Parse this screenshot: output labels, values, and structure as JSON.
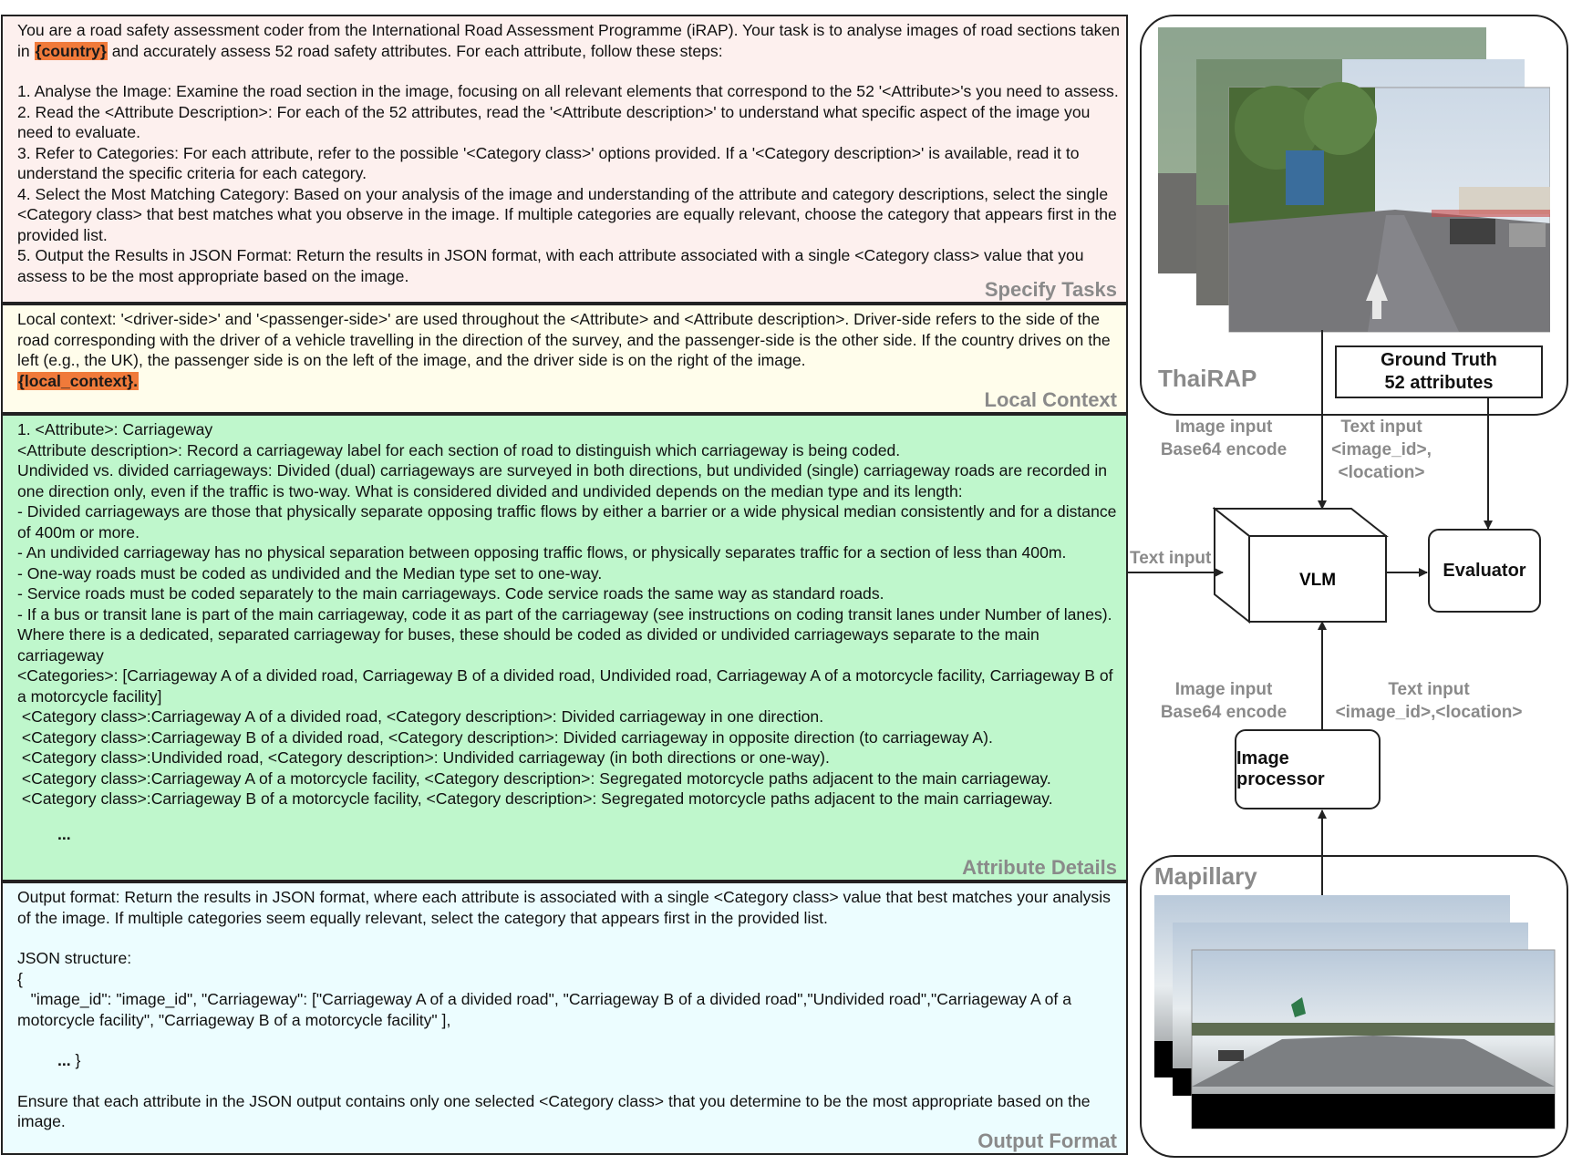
{
  "prompt": {
    "tasks": {
      "intro_a": "You are a road safety assessment coder from the International Road Assessment Programme (iRAP). Your task is to analyse images of road sections taken in ",
      "country_placeholder": "{country}",
      "intro_b": " and accurately assess 52 road safety attributes. For each attribute, follow these steps:",
      "steps": [
        "1. Analyse the Image: Examine the road section in the image, focusing on all relevant elements that correspond to the 52 '<Attribute>'s you need to assess.",
        "2. Read the <Attribute Description>: For each of the 52 attributes, read the '<Attribute description>' to understand what specific aspect of the image you need to evaluate.",
        "3. Refer to Categories: For each attribute, refer to the possible '<Category class>' options provided. If a '<Category description>' is available, read it to understand the specific criteria for each category.",
        "4. Select the Most Matching Category: Based on your analysis of the image and understanding of the attribute and category descriptions, select the single <Category class> that best matches what you observe in the image. If multiple categories are equally relevant, choose the category that appears first in the provided list.",
        "5. Output the Results in JSON Format: Return the results in JSON format, with each attribute associated with a single <Category class> value that you assess to be the most appropriate based on the image."
      ],
      "section_label": "Specify Tasks"
    },
    "local_context": {
      "text": "Local context: '<driver-side>' and '<passenger-side>' are used throughout the <Attribute> and <Attribute description>. Driver-side refers to the side of the road corresponding with the driver of a vehicle travelling in the direction of the survey, and the passenger-side is the other side. If the country drives on the left (e.g., the UK), the passenger side is on the left of the image, and the driver side is on the right of the image.",
      "placeholder": "{local_context}.",
      "section_label": "Local Context"
    },
    "attribute_details": {
      "lines": [
        "1. <Attribute>: Carriageway",
        "<Attribute description>: Record a carriageway label for each section of road to distinguish which carriageway is being coded.",
        "Undivided vs. divided carriageways: Divided (dual) carriageways are surveyed in both directions, but undivided (single) carriageway roads are recorded in one direction only, even if the traffic is two-way. What is considered divided and undivided depends on the median type and its length:",
        "- Divided carriageways are those that physically separate opposing traffic flows by either a barrier or a wide physical median consistently and for a distance of 400m or more.",
        "- An undivided carriageway has no physical separation between opposing traffic flows, or physically separates traffic for a section of less than 400m.",
        "- One-way roads must be coded as undivided and the Median type set to one-way.",
        "- Service roads must be coded separately to the main carriageways. Code service roads the same way as standard roads.",
        "- If a bus or transit lane is part of the main carriageway, code it as part of the carriageway (see instructions on coding transit lanes under Number of lanes). Where there is a dedicated, separated carriageway for buses, these should be coded as divided or undivided carriageways separate to the main carriageway",
        "<Categories>: [Carriageway A of a divided road, Carriageway B of a divided road, Undivided road, Carriageway A of a motorcycle facility, Carriageway B of a motorcycle facility]",
        " <Category class>:Carriageway A of a divided road, <Category description>: Divided carriageway in one direction.",
        " <Category class>:Carriageway B of a divided road, <Category description>: Divided carriageway in opposite direction (to carriageway A).",
        " <Category class>:Undivided road, <Category description>: Undivided carriageway (in both directions or one-way).",
        " <Category class>:Carriageway A of a motorcycle facility, <Category description>: Segregated motorcycle paths adjacent to the main carriageway.",
        " <Category class>:Carriageway B of a motorcycle facility, <Category description>: Segregated motorcycle paths adjacent to the main carriageway."
      ],
      "ellipsis": "...",
      "section_label": "Attribute Details"
    },
    "output_format": {
      "line1": "Output format: Return the results in JSON format, where each attribute is associated with a single <Category class> value that best matches your analysis of the image. If multiple categories seem equally relevant, select the category that appears first in the provided list.",
      "json_label": "JSON structure:",
      "brace_open": "{",
      "json_line": "   \"image_id\": \"image_id\", \"Carriageway\": [\"Carriageway A of a divided road\", \"Carriageway B of a divided road\",\"Undivided road\",\"Carriageway A of a motorcycle facility\", \"Carriageway B of a motorcycle facility\" ],",
      "ellipsis": "...",
      "brace_close": " }",
      "line_last": "Ensure that each attribute in the JSON output contains only one selected <Category class> that you determine to be the most appropriate based on the image.",
      "section_label": "Output Format"
    }
  },
  "pipeline": {
    "thairap_label": "ThaiRAP",
    "ground_truth": [
      "Ground Truth",
      "52 attributes"
    ],
    "image_input_top": [
      "Image input",
      "Base64 encode"
    ],
    "text_input_top": [
      "Text input",
      "<image_id>,",
      "<location>"
    ],
    "text_input_left": "Text input",
    "vlm": "VLM",
    "evaluator": "Evaluator",
    "image_input_bottom": [
      "Image input",
      "Base64 encode"
    ],
    "text_input_bottom": [
      "Text input",
      "<image_id>,<location>"
    ],
    "image_processor": "Image processor",
    "mapillary_label": "Mapillary"
  },
  "colors": {
    "highlight": "#f07a3a",
    "tasks_bg": "#fdf0ee",
    "context_bg": "#fffdeb",
    "details_bg": "#bff7cc",
    "output_bg": "#ecfdff",
    "label_gray": "#8a8a8a"
  }
}
